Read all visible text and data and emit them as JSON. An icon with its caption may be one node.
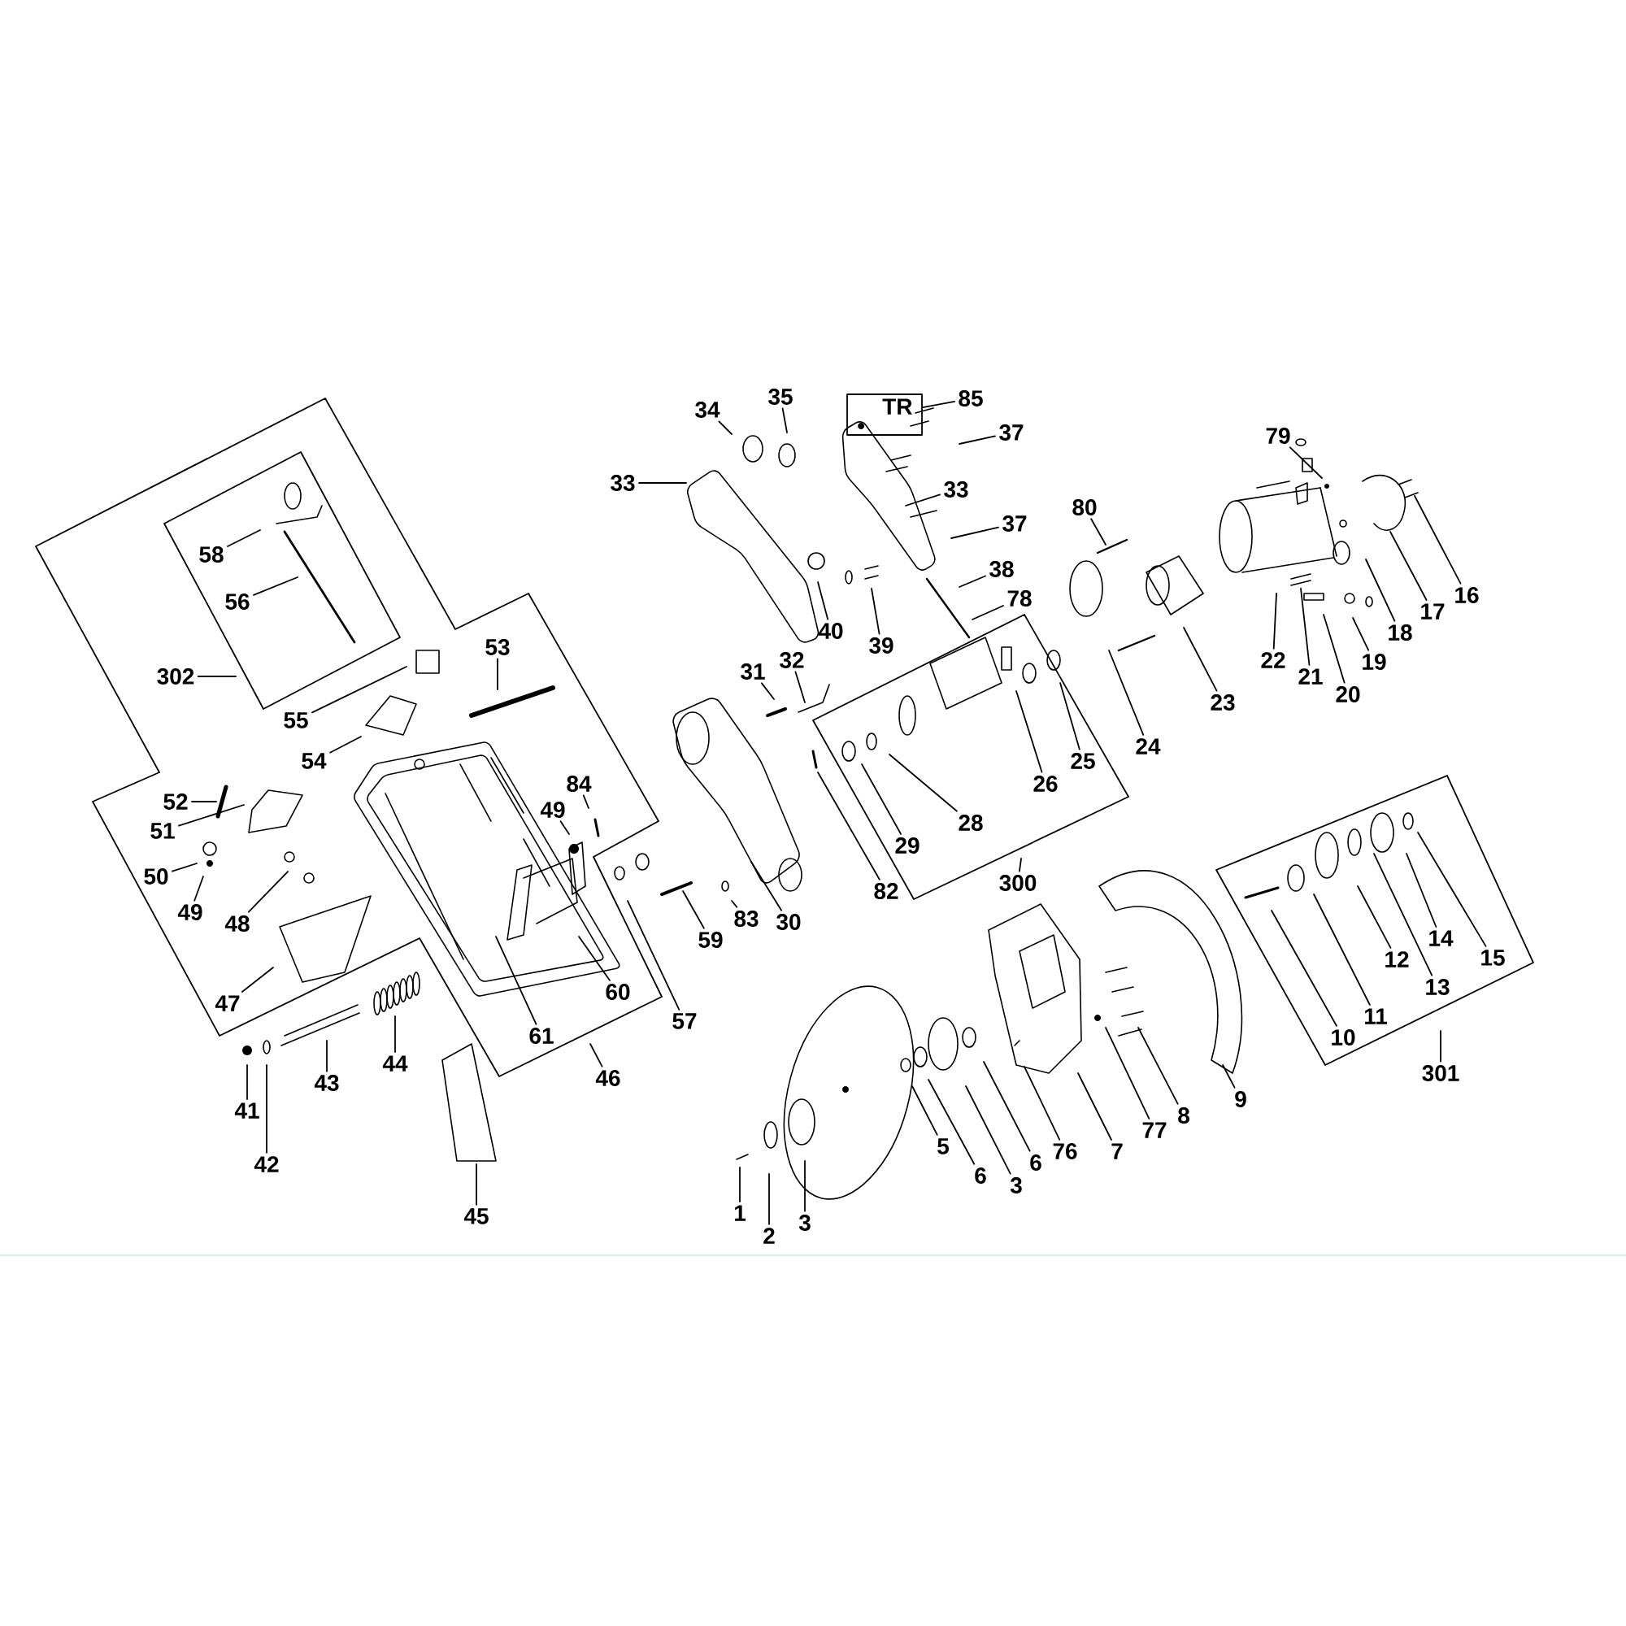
{
  "diagram": {
    "nodes": [
      {
        "text": [
          "34"
        ]
      },
      {
        "text": [
          "35"
        ]
      },
      {
        "text": [
          "TR"
        ]
      },
      {
        "text": [
          "85"
        ]
      },
      {
        "text": [
          "79"
        ]
      },
      {
        "text": [
          "37"
        ]
      },
      {
        "text": [
          "33"
        ]
      },
      {
        "text": [
          "33"
        ]
      },
      {
        "text": [
          "80"
        ]
      },
      {
        "text": [
          "37"
        ]
      },
      {
        "text": [
          "58"
        ]
      },
      {
        "text": [
          "38"
        ]
      },
      {
        "text": [
          "78"
        ]
      },
      {
        "text": [
          "16"
        ]
      },
      {
        "text": [
          "56"
        ]
      },
      {
        "text": [
          "17"
        ]
      },
      {
        "text": [
          "40"
        ]
      },
      {
        "text": [
          "18"
        ]
      },
      {
        "text": [
          "39"
        ]
      },
      {
        "text": [
          "53"
        ]
      },
      {
        "text": [
          "22"
        ]
      },
      {
        "text": [
          "32"
        ]
      },
      {
        "text": [
          "19"
        ]
      },
      {
        "text": [
          "31"
        ]
      },
      {
        "text": [
          "302"
        ]
      },
      {
        "text": [
          "21"
        ]
      },
      {
        "text": [
          "20"
        ]
      },
      {
        "text": [
          "23"
        ]
      },
      {
        "text": [
          "55"
        ]
      },
      {
        "text": [
          "24"
        ]
      },
      {
        "text": [
          "25"
        ]
      },
      {
        "text": [
          "54"
        ]
      },
      {
        "text": [
          "84"
        ]
      },
      {
        "text": [
          "26"
        ]
      },
      {
        "text": [
          "52"
        ]
      },
      {
        "text": [
          "49"
        ]
      },
      {
        "text": [
          "28"
        ]
      },
      {
        "text": [
          "51"
        ]
      },
      {
        "text": [
          "29"
        ]
      },
      {
        "text": [
          "50"
        ]
      },
      {
        "text": [
          "300"
        ]
      },
      {
        "text": [
          "82"
        ]
      },
      {
        "text": [
          "49"
        ]
      },
      {
        "text": [
          "30"
        ]
      },
      {
        "text": [
          "83"
        ]
      },
      {
        "text": [
          "48"
        ]
      },
      {
        "text": [
          "59"
        ]
      },
      {
        "text": [
          "12"
        ]
      },
      {
        "text": [
          "15"
        ]
      },
      {
        "text": [
          "14"
        ]
      },
      {
        "text": [
          "13"
        ]
      },
      {
        "text": [
          "60"
        ]
      },
      {
        "text": [
          "47"
        ]
      },
      {
        "text": [
          "11"
        ]
      },
      {
        "text": [
          "57"
        ]
      },
      {
        "text": [
          "61"
        ]
      },
      {
        "text": [
          "10"
        ]
      },
      {
        "text": [
          "44"
        ]
      },
      {
        "text": [
          "301"
        ]
      },
      {
        "text": [
          "46"
        ]
      },
      {
        "text": [
          "43"
        ]
      },
      {
        "text": [
          "9"
        ]
      },
      {
        "text": [
          "41"
        ]
      },
      {
        "text": [
          "8"
        ]
      },
      {
        "text": [
          "77"
        ]
      },
      {
        "text": [
          "5"
        ]
      },
      {
        "text": [
          "76"
        ]
      },
      {
        "text": [
          "7"
        ]
      },
      {
        "text": [
          "6"
        ]
      },
      {
        "text": [
          "42"
        ]
      },
      {
        "text": [
          "6"
        ]
      },
      {
        "text": [
          "3"
        ]
      },
      {
        "text": [
          "1"
        ]
      },
      {
        "text": [
          "45"
        ]
      },
      {
        "text": [
          "3"
        ]
      },
      {
        "text": [
          "2"
        ]
      }
    ],
    "edges": [
      {
        "from": 0,
        "to": null,
        "arrow": "none"
      },
      {
        "from": 1,
        "to": null,
        "arrow": "none"
      },
      {
        "from": 3,
        "to": 2,
        "arrow": "none"
      },
      {
        "from": 4,
        "to": null,
        "arrow": "none"
      },
      {
        "from": 5,
        "to": null,
        "arrow": "none"
      },
      {
        "from": 6,
        "to": null,
        "arrow": "none"
      },
      {
        "from": 7,
        "to": null,
        "arrow": "none"
      },
      {
        "from": 8,
        "to": null,
        "arrow": "none"
      },
      {
        "from": 9,
        "to": null,
        "arrow": "none"
      },
      {
        "from": 10,
        "to": null,
        "arrow": "none"
      },
      {
        "from": 11,
        "to": null,
        "arrow": "none"
      },
      {
        "from": 12,
        "to": null,
        "arrow": "none"
      },
      {
        "from": 13,
        "to": null,
        "arrow": "none"
      },
      {
        "from": 14,
        "to": null,
        "arrow": "none"
      },
      {
        "from": 15,
        "to": null,
        "arrow": "none"
      },
      {
        "from": 16,
        "to": null,
        "arrow": "none"
      },
      {
        "from": 17,
        "to": null,
        "arrow": "none"
      },
      {
        "from": 18,
        "to": null,
        "arrow": "none"
      },
      {
        "from": 19,
        "to": null,
        "arrow": "none"
      },
      {
        "from": 20,
        "to": null,
        "arrow": "none"
      },
      {
        "from": 21,
        "to": null,
        "arrow": "none"
      },
      {
        "from": 22,
        "to": null,
        "arrow": "none"
      },
      {
        "from": 23,
        "to": null,
        "arrow": "none"
      },
      {
        "from": 24,
        "to": null,
        "arrow": "none"
      },
      {
        "from": 25,
        "to": null,
        "arrow": "none"
      },
      {
        "from": 26,
        "to": null,
        "arrow": "none"
      },
      {
        "from": 27,
        "to": null,
        "arrow": "none"
      },
      {
        "from": 28,
        "to": null,
        "arrow": "none"
      },
      {
        "from": 29,
        "to": null,
        "arrow": "none"
      },
      {
        "from": 30,
        "to": null,
        "arrow": "none"
      },
      {
        "from": 31,
        "to": null,
        "arrow": "none"
      },
      {
        "from": 32,
        "to": null,
        "arrow": "none"
      },
      {
        "from": 33,
        "to": null,
        "arrow": "none"
      },
      {
        "from": 34,
        "to": null,
        "arrow": "none"
      },
      {
        "from": 35,
        "to": null,
        "arrow": "none"
      },
      {
        "from": 36,
        "to": null,
        "arrow": "none"
      },
      {
        "from": 37,
        "to": null,
        "arrow": "none"
      },
      {
        "from": 38,
        "to": null,
        "arrow": "none"
      },
      {
        "from": 39,
        "to": null,
        "arrow": "none"
      },
      {
        "from": 40,
        "to": null,
        "arrow": "none"
      },
      {
        "from": 41,
        "to": null,
        "arrow": "none"
      },
      {
        "from": 42,
        "to": null,
        "arrow": "none"
      },
      {
        "from": 43,
        "to": null,
        "arrow": "none"
      },
      {
        "from": 44,
        "to": null,
        "arrow": "none"
      },
      {
        "from": 45,
        "to": null,
        "arrow": "none"
      },
      {
        "from": 46,
        "to": null,
        "arrow": "none"
      },
      {
        "from": 47,
        "to": null,
        "arrow": "none"
      },
      {
        "from": 48,
        "to": null,
        "arrow": "none"
      },
      {
        "from": 49,
        "to": null,
        "arrow": "none"
      },
      {
        "from": 50,
        "to": null,
        "arrow": "none"
      },
      {
        "from": 51,
        "to": null,
        "arrow": "none"
      },
      {
        "from": 52,
        "to": null,
        "arrow": "none"
      },
      {
        "from": 53,
        "to": null,
        "arrow": "none"
      },
      {
        "from": 54,
        "to": null,
        "arrow": "none"
      },
      {
        "from": 55,
        "to": null,
        "arrow": "none"
      },
      {
        "from": 56,
        "to": null,
        "arrow": "none"
      },
      {
        "from": 57,
        "to": null,
        "arrow": "none"
      },
      {
        "from": 58,
        "to": null,
        "arrow": "none"
      },
      {
        "from": 59,
        "to": null,
        "arrow": "none"
      },
      {
        "from": 60,
        "to": null,
        "arrow": "none"
      },
      {
        "from": 61,
        "to": null,
        "arrow": "none"
      },
      {
        "from": 62,
        "to": null,
        "arrow": "none"
      },
      {
        "from": 63,
        "to": null,
        "arrow": "none"
      },
      {
        "from": 64,
        "to": null,
        "arrow": "none"
      },
      {
        "from": 65,
        "to": null,
        "arrow": "none"
      },
      {
        "from": 66,
        "to": null,
        "arrow": "none"
      },
      {
        "from": 67,
        "to": null,
        "arrow": "none"
      },
      {
        "from": 68,
        "to": null,
        "arrow": "none"
      },
      {
        "from": 69,
        "to": null,
        "arrow": "none"
      },
      {
        "from": 70,
        "to": null,
        "arrow": "none"
      },
      {
        "from": 71,
        "to": null,
        "arrow": "none"
      },
      {
        "from": 72,
        "to": null,
        "arrow": "none"
      },
      {
        "from": 73,
        "to": null,
        "arrow": "none"
      },
      {
        "from": 74,
        "to": null,
        "arrow": "none"
      },
      {
        "from": 75,
        "to": null,
        "arrow": "none"
      }
    ]
  }
}
